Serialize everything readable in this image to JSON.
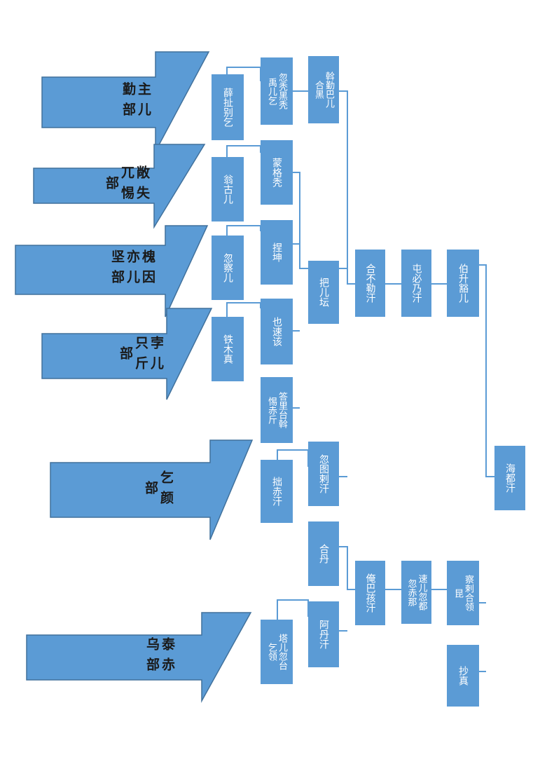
{
  "colors": {
    "box_fill": "#5b9bd5",
    "box_text": "#ffffff",
    "line": "#5b9bd5",
    "arrow_fill": "#5b9bd5",
    "arrow_stroke": "#41719c"
  },
  "nodes": {
    "haidu": "海都汗",
    "chaozhen": "抄真",
    "chahe": "察剌合领\n昆",
    "boshengge": "伯升豁儿",
    "dunbinai": "屯必乃汗",
    "subuhu": "速儿忽都\n忽赤那",
    "hebule": "合不勒汗",
    "anbahai": "俺巴孩汗",
    "wolebahe": "斡勤巴儿\n合黑",
    "bardan": "把儿坛",
    "hutulu": "忽图剌汗",
    "hedan": "合丹",
    "adanhan": "阿丹汗",
    "huchaheiche": "忽秃黑秃\n禹儿乞",
    "mengge": "蒙格秃",
    "nekun": "捏坤",
    "yesugai": "也速该",
    "daliday": "答里台斡\n惕赤斤",
    "zhuchiken": "拙赤汗",
    "tadang": "塔儿忽台\n乞领",
    "xieche": "薛扯别乞",
    "wenggur": "翁古儿",
    "huchar": "忽察儿",
    "temujin": "铁木真"
  },
  "tribes": {
    "zhuerjin": "主儿勤部",
    "chaoshiwu": "敞失兀惕部",
    "weiyin": "槐因亦儿坚部",
    "boerzhijin": "孛儿只斤部",
    "qiyan": "乞颜部",
    "taichiwu": "泰赤乌部"
  }
}
